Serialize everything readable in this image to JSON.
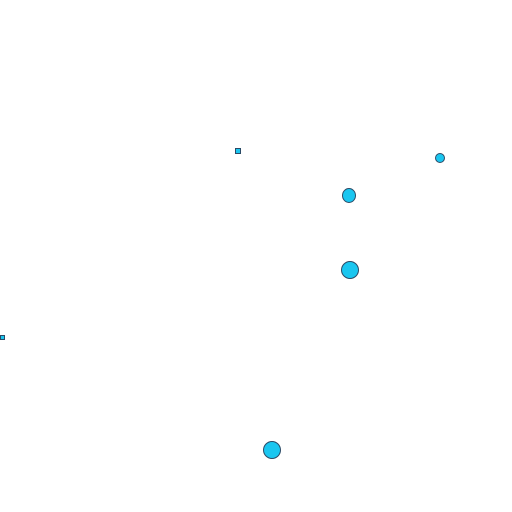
{
  "colors": {
    "background": "#ffffff",
    "target_fill": "#1ac6f0",
    "target_stroke": "#2a4a66"
  },
  "targets": [
    {
      "shape": "square",
      "icon": "marker-square-icon"
    },
    {
      "shape": "circle",
      "icon": "circle-target-icon"
    },
    {
      "shape": "circle",
      "icon": "circle-target-icon"
    },
    {
      "shape": "circle",
      "icon": "circle-target-icon"
    },
    {
      "shape": "square",
      "icon": "marker-square-icon"
    },
    {
      "shape": "circle",
      "icon": "circle-target-icon"
    }
  ]
}
